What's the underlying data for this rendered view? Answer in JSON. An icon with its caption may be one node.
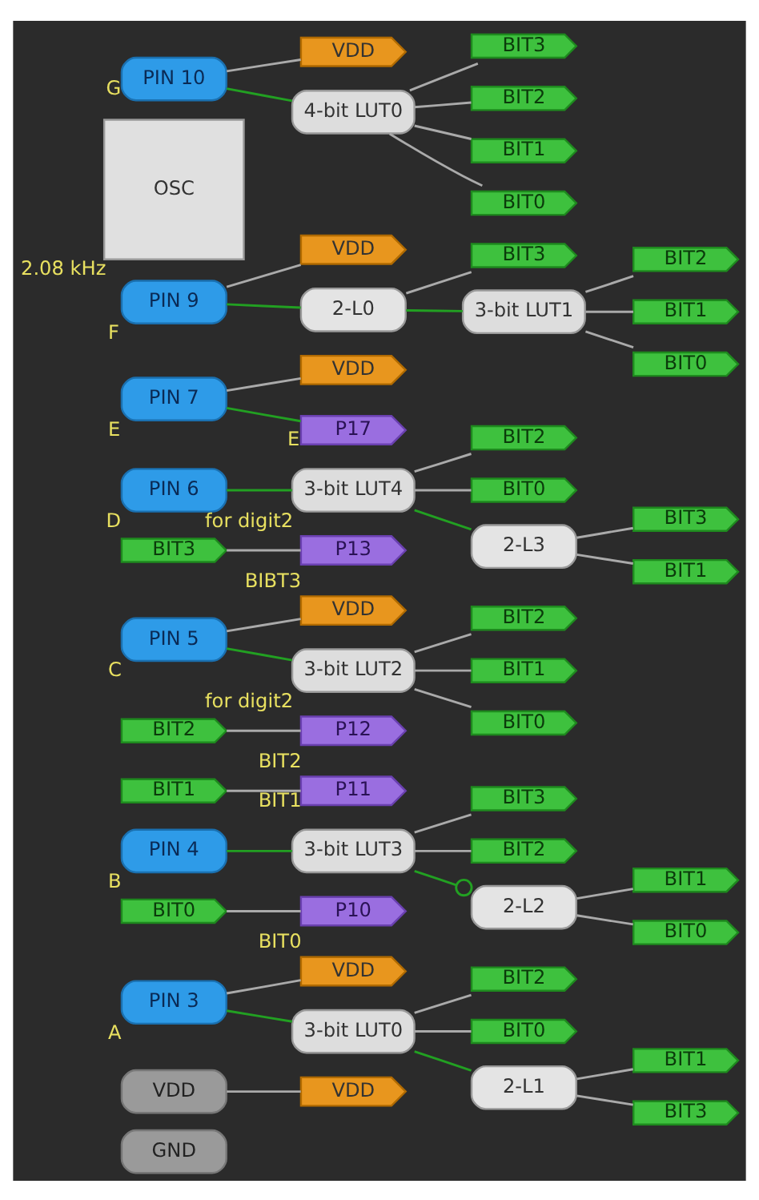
{
  "diagram": {
    "nodes": [
      {
        "text": [
          "GND"
        ]
      },
      {
        "text": [
          "VDD"
        ]
      },
      {
        "text": [
          "VDD"
        ]
      },
      {
        "text": [
          "PIN 3"
        ],
        "beside": [
          "A"
        ]
      },
      {
        "text": [
          "VDD"
        ]
      },
      {
        "text": [
          "3-bit LUT0"
        ]
      },
      {
        "text": [
          "BIT2"
        ]
      },
      {
        "text": [
          "BIT0"
        ]
      },
      {
        "text": [
          "2-L1"
        ]
      },
      {
        "text": [
          "BIT1"
        ]
      },
      {
        "text": [
          "BIT3"
        ]
      },
      {
        "text": [
          "BIT0"
        ]
      },
      {
        "text": [
          "P10"
        ],
        "beside": [
          "BIT0"
        ]
      },
      {
        "text": [
          "PIN 4"
        ],
        "beside": [
          "B"
        ]
      },
      {
        "text": [
          "3-bit LUT3"
        ]
      },
      {
        "text": [
          "BIT3"
        ]
      },
      {
        "text": [
          "BIT2"
        ]
      },
      {
        "text": [
          "2-L2"
        ]
      },
      {
        "text": [
          "BIT1"
        ]
      },
      {
        "text": [
          "BIT0"
        ]
      },
      {
        "text": [
          "BIT1"
        ]
      },
      {
        "text": [
          "P11"
        ],
        "beside": [
          "BIT1"
        ]
      },
      {
        "text": [
          "BIT2"
        ]
      },
      {
        "text": [
          "P12"
        ],
        "beside": [
          "BIT2"
        ]
      },
      {
        "text": [
          "PIN 5"
        ],
        "beside": [
          "C"
        ]
      },
      {
        "text": [
          "VDD"
        ]
      },
      {
        "text": [
          "3-bit LUT2"
        ],
        "beside": [
          "for digit2"
        ]
      },
      {
        "text": [
          "BIT2"
        ]
      },
      {
        "text": [
          "BIT1"
        ]
      },
      {
        "text": [
          "BIT0"
        ]
      },
      {
        "text": [
          "BIT3"
        ]
      },
      {
        "text": [
          "P13"
        ],
        "beside": [
          "BIBT3"
        ]
      },
      {
        "text": [
          "PIN 6"
        ],
        "beside": [
          "D"
        ]
      },
      {
        "text": [
          "3-bit LUT4"
        ],
        "beside": [
          "for digit2"
        ]
      },
      {
        "text": [
          "BIT2"
        ]
      },
      {
        "text": [
          "BIT0"
        ]
      },
      {
        "text": [
          "2-L3"
        ]
      },
      {
        "text": [
          "BIT3"
        ]
      },
      {
        "text": [
          "BIT1"
        ]
      },
      {
        "text": [
          "PIN 7"
        ],
        "beside": [
          "E"
        ]
      },
      {
        "text": [
          "VDD"
        ]
      },
      {
        "text": [
          "P17"
        ],
        "beside": [
          "E"
        ]
      },
      {
        "text": [
          "PIN 9"
        ],
        "beside": [
          "F"
        ]
      },
      {
        "text": [
          "VDD"
        ]
      },
      {
        "text": [
          "2-L0"
        ]
      },
      {
        "text": [
          "BIT3"
        ]
      },
      {
        "text": [
          "3-bit LUT1"
        ]
      },
      {
        "text": [
          "BIT2"
        ]
      },
      {
        "text": [
          "BIT1"
        ]
      },
      {
        "text": [
          "BIT0"
        ]
      },
      {
        "text": [
          "OSC"
        ],
        "beside": [
          "2.08 kHz"
        ]
      },
      {
        "text": [
          "PIN 10"
        ],
        "beside": [
          "G"
        ]
      },
      {
        "text": [
          "VDD"
        ]
      },
      {
        "text": [
          "4-bit LUT0"
        ]
      },
      {
        "text": [
          "BIT3"
        ]
      },
      {
        "text": [
          "BIT2"
        ]
      },
      {
        "text": [
          "BIT1"
        ]
      },
      {
        "text": [
          "BIT0"
        ]
      }
    ],
    "edges": [
      {
        "from": 1,
        "to": 2,
        "arrow": "none"
      },
      {
        "from": 3,
        "to": 4,
        "arrow": "none"
      },
      {
        "from": 3,
        "to": 5,
        "arrow": "none",
        "color": "#22a022"
      },
      {
        "from": 5,
        "to": 6,
        "arrow": "none"
      },
      {
        "from": 5,
        "to": 7,
        "arrow": "none"
      },
      {
        "from": 5,
        "to": 8,
        "arrow": "none",
        "color": "#22a022"
      },
      {
        "from": 8,
        "to": 9,
        "arrow": "none"
      },
      {
        "from": 8,
        "to": 10,
        "arrow": "none"
      },
      {
        "from": 11,
        "to": 12,
        "arrow": "none"
      },
      {
        "from": 13,
        "to": 14,
        "arrow": "none",
        "color": "#22a022"
      },
      {
        "from": 14,
        "to": 15,
        "arrow": "none"
      },
      {
        "from": 14,
        "to": 16,
        "arrow": "none"
      },
      {
        "from": 14,
        "to": 17,
        "arrow": "other",
        "color": "#22a022"
      },
      {
        "from": 17,
        "to": 18,
        "arrow": "none"
      },
      {
        "from": 17,
        "to": 19,
        "arrow": "none"
      },
      {
        "from": 20,
        "to": 21,
        "arrow": "none"
      },
      {
        "from": 22,
        "to": 23,
        "arrow": "none"
      },
      {
        "from": 24,
        "to": 25,
        "arrow": "none"
      },
      {
        "from": 24,
        "to": 26,
        "arrow": "none",
        "color": "#22a022"
      },
      {
        "from": 26,
        "to": 27,
        "arrow": "none"
      },
      {
        "from": 26,
        "to": 28,
        "arrow": "none"
      },
      {
        "from": 26,
        "to": 29,
        "arrow": "none"
      },
      {
        "from": 30,
        "to": 31,
        "arrow": "none"
      },
      {
        "from": 32,
        "to": 33,
        "arrow": "none",
        "color": "#22a022"
      },
      {
        "from": 33,
        "to": 34,
        "arrow": "none"
      },
      {
        "from": 33,
        "to": 35,
        "arrow": "none"
      },
      {
        "from": 33,
        "to": 36,
        "arrow": "none",
        "color": "#22a022"
      },
      {
        "from": 36,
        "to": 37,
        "arrow": "none"
      },
      {
        "from": 36,
        "to": 38,
        "arrow": "none"
      },
      {
        "from": 39,
        "to": 40,
        "arrow": "none"
      },
      {
        "from": 39,
        "to": 41,
        "arrow": "none",
        "color": "#22a022"
      },
      {
        "from": 42,
        "to": 43,
        "arrow": "none"
      },
      {
        "from": 42,
        "to": 44,
        "arrow": "none",
        "color": "#22a022"
      },
      {
        "from": 44,
        "to": 45,
        "arrow": "none"
      },
      {
        "from": 44,
        "to": 46,
        "arrow": "none",
        "color": "#22a022"
      },
      {
        "from": 46,
        "to": 47,
        "arrow": "none"
      },
      {
        "from": 46,
        "to": 48,
        "arrow": "none"
      },
      {
        "from": 46,
        "to": 49,
        "arrow": "none"
      },
      {
        "from": 51,
        "to": 52,
        "arrow": "none"
      },
      {
        "from": 51,
        "to": 53,
        "arrow": "none",
        "color": "#22a022"
      },
      {
        "from": 53,
        "to": 54,
        "arrow": "none"
      },
      {
        "from": 53,
        "to": 55,
        "arrow": "none"
      },
      {
        "from": 53,
        "to": 56,
        "arrow": "none"
      },
      {
        "from": 53,
        "to": 57,
        "arrow": "none"
      }
    ]
  }
}
